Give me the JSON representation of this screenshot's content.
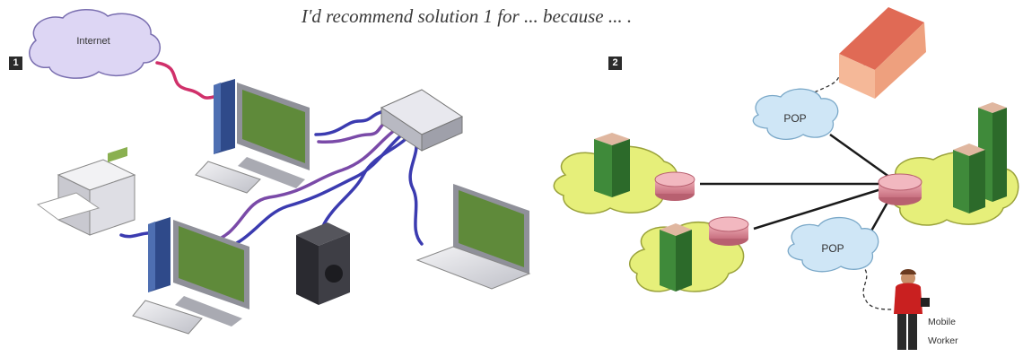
{
  "caption": "I'd recommend solution 1 for ... because ... .",
  "panels": [
    {
      "number": "1"
    },
    {
      "number": "2"
    }
  ],
  "labels": {
    "internet": "Internet",
    "pop": "POP",
    "mobile_worker_line1": "Mobile",
    "mobile_worker_line2": "Worker"
  },
  "colors": {
    "cable_blue": "#3b3bb0",
    "cable_purple": "#7a4aa8",
    "cable_red": "#d0306a",
    "screen_green": "#5f8a3a",
    "building_green": "#3f8a3a",
    "router_pink": "#d98a95",
    "island_yellow": "#e6ef7a",
    "cloud_blue": "#cfe6f6",
    "cloud_lilac": "#ddd6f4",
    "house_orange": "#f2a27a"
  }
}
